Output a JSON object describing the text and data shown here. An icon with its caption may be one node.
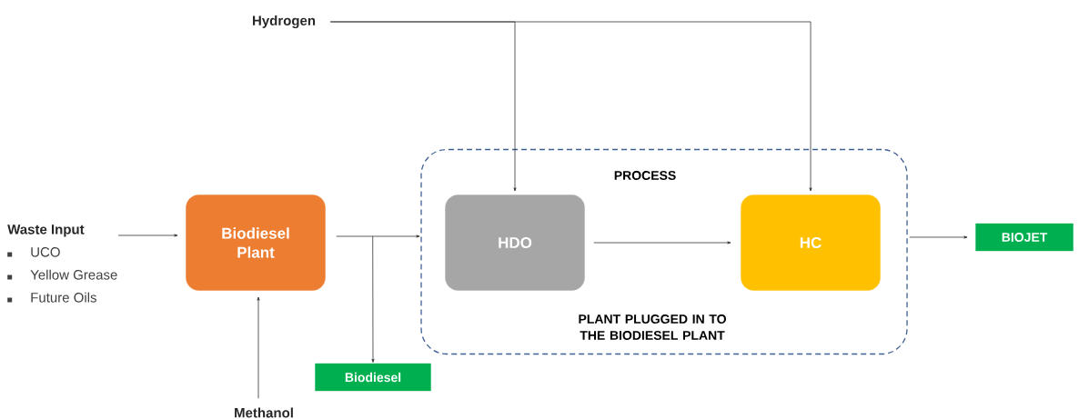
{
  "diagram": {
    "nodes": [
      {
        "text": [
          "Waste Input",
          "UCO",
          "Yellow Grease",
          "Future Oils"
        ]
      },
      {
        "text": [
          "Biodiesel Plant"
        ]
      },
      {
        "text": [
          "Methanol"
        ]
      },
      {
        "text": [
          "Hydrogen"
        ]
      },
      {
        "text": [
          "PROCESS",
          "PLANT PLUGGED IN TO THE BIODIESEL PLANT"
        ]
      },
      {
        "text": [
          "HDO"
        ],
        "in": 4
      },
      {
        "text": [
          "HC"
        ],
        "in": 4
      },
      {
        "text": [
          "Biodiesel"
        ]
      },
      {
        "text": [
          "BIOJET"
        ]
      }
    ],
    "edges": [
      {
        "from": 0,
        "to": 1,
        "arrow": "to"
      },
      {
        "from": 2,
        "to": 1,
        "arrow": "to"
      },
      {
        "from": 1,
        "to": 4,
        "arrow": "to"
      },
      {
        "from": 1,
        "to": 7,
        "arrow": "to"
      },
      {
        "from": 3,
        "to": 5,
        "arrow": "to"
      },
      {
        "from": 3,
        "to": 6,
        "arrow": "to"
      },
      {
        "from": 5,
        "to": 6,
        "arrow": "to"
      },
      {
        "from": 6,
        "to": 8,
        "arrow": "to"
      }
    ]
  }
}
